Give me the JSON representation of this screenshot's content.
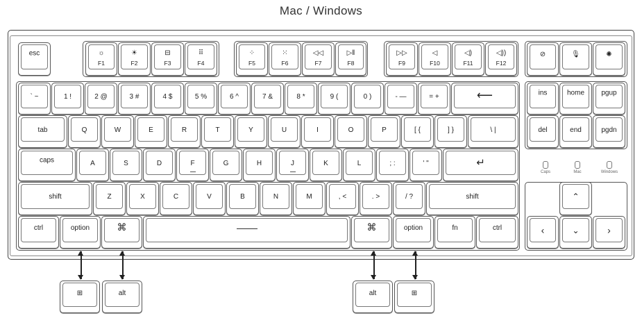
{
  "title": "Mac / Windows",
  "keys": {
    "esc": "esc",
    "f1": "F1",
    "f2": "F2",
    "f3": "F3",
    "f4": "F4",
    "f5": "F5",
    "f6": "F6",
    "f7": "F7",
    "f8": "F8",
    "f9": "F9",
    "f10": "F10",
    "f11": "F11",
    "f12": "F12",
    "icon_f1": "☼",
    "icon_f2": "☀",
    "icon_f3": "⊟",
    "icon_f4": "⠿",
    "icon_f5": "⁘",
    "icon_f6": "⁙",
    "icon_f7": "◁◁",
    "icon_f8": "▷‖",
    "icon_f9": "▷▷",
    "icon_f10": "◁",
    "icon_f11": "◁)",
    "icon_f12": "◁))",
    "icon_screenshot": "⊘",
    "icon_mic": "🎙",
    "icon_light": "✺",
    "grave": "` ~",
    "1": "1 !",
    "2": "2 @",
    "3": "3 #",
    "4": "4 $",
    "5": "5 %",
    "6": "6 ^",
    "7": "7 &",
    "8": "8 *",
    "9": "9 (",
    "0": "0 )",
    "minus": "- —",
    "equal": "= +",
    "backspace": "⟵",
    "ins": "ins",
    "home": "home",
    "pgup": "pgup",
    "tab": "tab",
    "q": "Q",
    "w": "W",
    "e": "E",
    "r": "R",
    "t": "T",
    "y": "Y",
    "u": "U",
    "i": "I",
    "o": "O",
    "p": "P",
    "lbracket": "[ {",
    "rbracket": "] }",
    "backslash": "\\ |",
    "del": "del",
    "end": "end",
    "pgdn": "pgdn",
    "caps": "caps",
    "a": "A",
    "s": "S",
    "d": "D",
    "f": "F",
    "g": "G",
    "h": "H",
    "j": "J",
    "k": "K",
    "l": "L",
    "semicolon": "; :",
    "quote": "' \"",
    "enter": "↵",
    "lshift": "shift",
    "z": "Z",
    "x": "X",
    "c": "C",
    "v": "V",
    "b": "B",
    "n": "N",
    "m": "M",
    "comma": ", <",
    "period": ". >",
    "slash": "/ ?",
    "rshift": "shift",
    "lctrl": "ctrl",
    "loption": "option",
    "lcmd": "⌘",
    "rcmd": "⌘",
    "roption": "option",
    "fn": "fn",
    "rctrl": "ctrl",
    "up": "⌃",
    "left": "‹",
    "down": "⌄",
    "right": "›"
  },
  "indicators": {
    "caps": "Caps",
    "mac": "Mac",
    "windows": "Windows"
  },
  "windows_keys": {
    "left_win": "⊞",
    "left_alt": "alt",
    "right_alt": "alt",
    "right_win": "⊞"
  }
}
